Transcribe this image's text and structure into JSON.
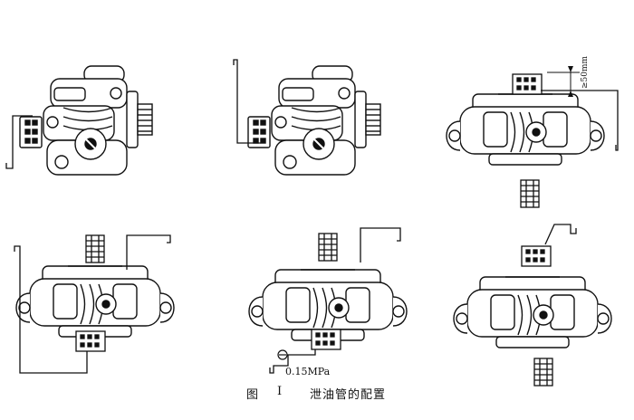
{
  "figure": {
    "label": "图",
    "number": "I",
    "title": "泄油管的配置"
  },
  "annotations": {
    "gap": "≥50mm",
    "pressure": "0.15MPa"
  },
  "colors": {
    "ink": "#111111",
    "paper": "#ffffff"
  }
}
